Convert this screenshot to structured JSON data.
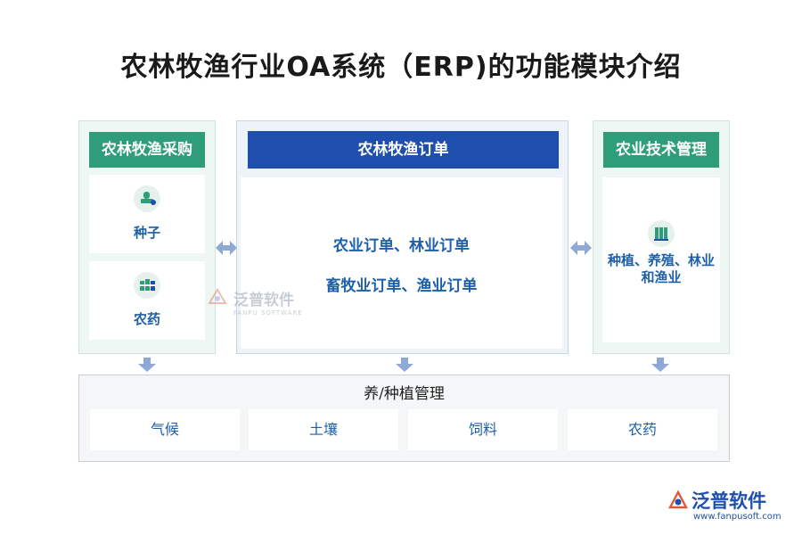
{
  "title": "农林牧渔行业OA系统（ERP)的功能模块介绍",
  "left_module": {
    "header": "农林牧渔采购",
    "items": [
      {
        "label": "种子",
        "icon": "seed-stamp-icon"
      },
      {
        "label": "农药",
        "icon": "pesticide-bottles-icon"
      }
    ]
  },
  "center_module": {
    "header": "农林牧渔订单",
    "lines": [
      "农业订单、林业订单",
      "畜牧业订单、渔业订单"
    ]
  },
  "right_module": {
    "header": "农业技术管理",
    "icon": "books-icon",
    "label_line1": "种植、养殖、林业",
    "label_line2": "和渔业"
  },
  "bottom_module": {
    "header": "养/种植管理",
    "cells": [
      "气候",
      "土壤",
      "饲料",
      "农药"
    ]
  },
  "watermark": {
    "name": "泛普软件",
    "sub": "FANPU SOFTWARE"
  },
  "brand": {
    "name": "泛普软件",
    "url": "www.fanpusoft.com"
  },
  "colors": {
    "green_header": "#2f9c7a",
    "blue_header": "#1e4fae",
    "label_blue": "#1d5fa8",
    "arrow": "#8fa9d6"
  }
}
